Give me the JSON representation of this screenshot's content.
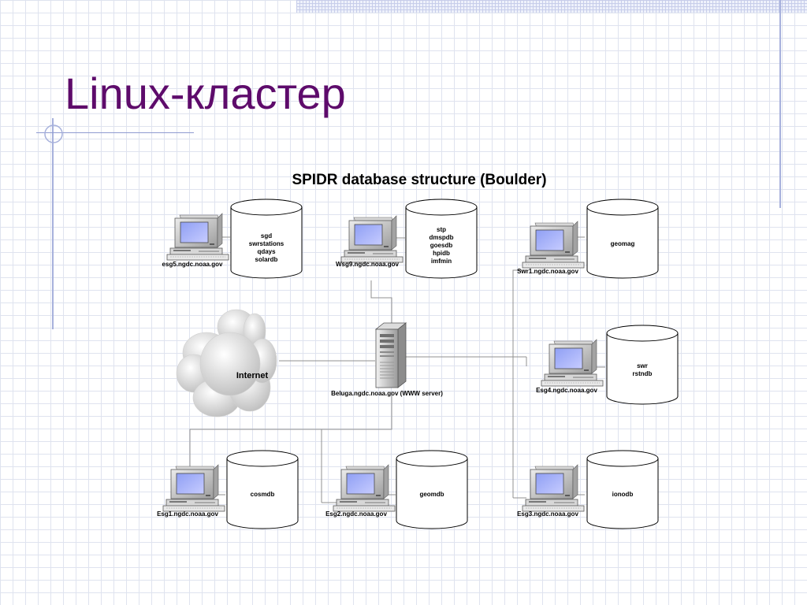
{
  "slide": {
    "title": "Linux-кластер",
    "diagram_title": "SPIDR database structure (Boulder)"
  },
  "nodes": {
    "esg5": {
      "host": "esg5.ngdc.noaa.gov",
      "dbs": [
        "sgd",
        "swrstations",
        "qdays",
        "solardb"
      ]
    },
    "wsg9": {
      "host": "Wsg9.ngdc.noaa.gov",
      "dbs": [
        "stp",
        "dmspdb",
        "goesdb",
        "hpidb",
        "imfmin"
      ]
    },
    "swr1": {
      "host": "Swr1.ngdc.noaa.gov",
      "dbs": [
        "geomag"
      ]
    },
    "esg4": {
      "host": "Esg4.ngdc.noaa.gov",
      "dbs": [
        "swr",
        "rstndb"
      ]
    },
    "esg1": {
      "host": "Esg1.ngdc.noaa.gov",
      "dbs": [
        "cosmdb"
      ]
    },
    "esg2": {
      "host": "Esg2.ngdc.noaa.gov",
      "dbs": [
        "geomdb"
      ]
    },
    "esg3": {
      "host": "Esg3.ngdc.noaa.gov",
      "dbs": [
        "ionodb"
      ]
    },
    "beluga": {
      "host": "Beluga.ngdc.noaa.gov (WWW server)"
    },
    "internet": {
      "label": "Internet"
    }
  }
}
